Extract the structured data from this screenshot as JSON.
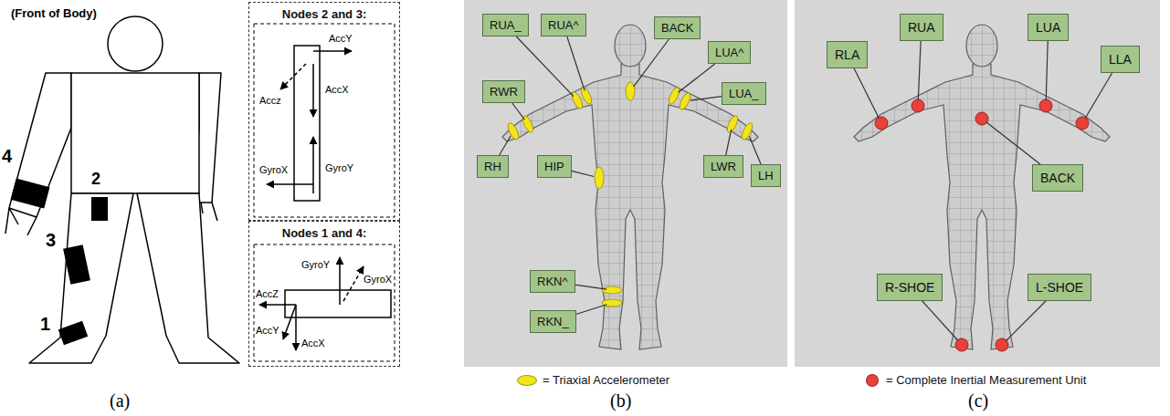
{
  "diagram": {
    "nodes": [
      {
        "text": [
          "Nodes 2 and 3:"
        ]
      },
      {
        "text": [
          "Nodes 1 and 4:"
        ]
      },
      {
        "text": [
          "RUA_"
        ]
      },
      {
        "text": [
          "RUA^"
        ]
      },
      {
        "text": [
          "BACK"
        ]
      },
      {
        "text": [
          "LUA^"
        ]
      },
      {
        "text": [
          "LUA_"
        ]
      },
      {
        "text": [
          "RWR"
        ]
      },
      {
        "text": [
          "RH"
        ]
      },
      {
        "text": [
          "HIP"
        ]
      },
      {
        "text": [
          "LWR"
        ]
      },
      {
        "text": [
          "LH"
        ]
      },
      {
        "text": [
          "RKN^"
        ]
      },
      {
        "text": [
          "RKN_"
        ]
      },
      {
        "text": [
          "RLA"
        ]
      },
      {
        "text": [
          "RUA"
        ]
      },
      {
        "text": [
          "LUA"
        ]
      },
      {
        "text": [
          "LLA"
        ]
      },
      {
        "text": [
          "BACK"
        ]
      },
      {
        "text": [
          "R-SHOE"
        ]
      },
      {
        "text": [
          "L-SHOE"
        ]
      }
    ],
    "labels": [
      "(Front of Body)",
      "4",
      "2",
      "3",
      "1",
      "AccY",
      "Accz",
      "AccX",
      "GyroY",
      "GyroX",
      "GyroY",
      "GyroX",
      "AccZ",
      "AccY",
      "AccX",
      "(a)",
      "(b)",
      "(c)"
    ],
    "legend": [
      {
        "text": "= Triaxial Accelerometer",
        "color": "#f2e41a"
      },
      {
        "text": "= Complete Inertial Measurement Unit",
        "color": "#e8403a"
      }
    ]
  }
}
